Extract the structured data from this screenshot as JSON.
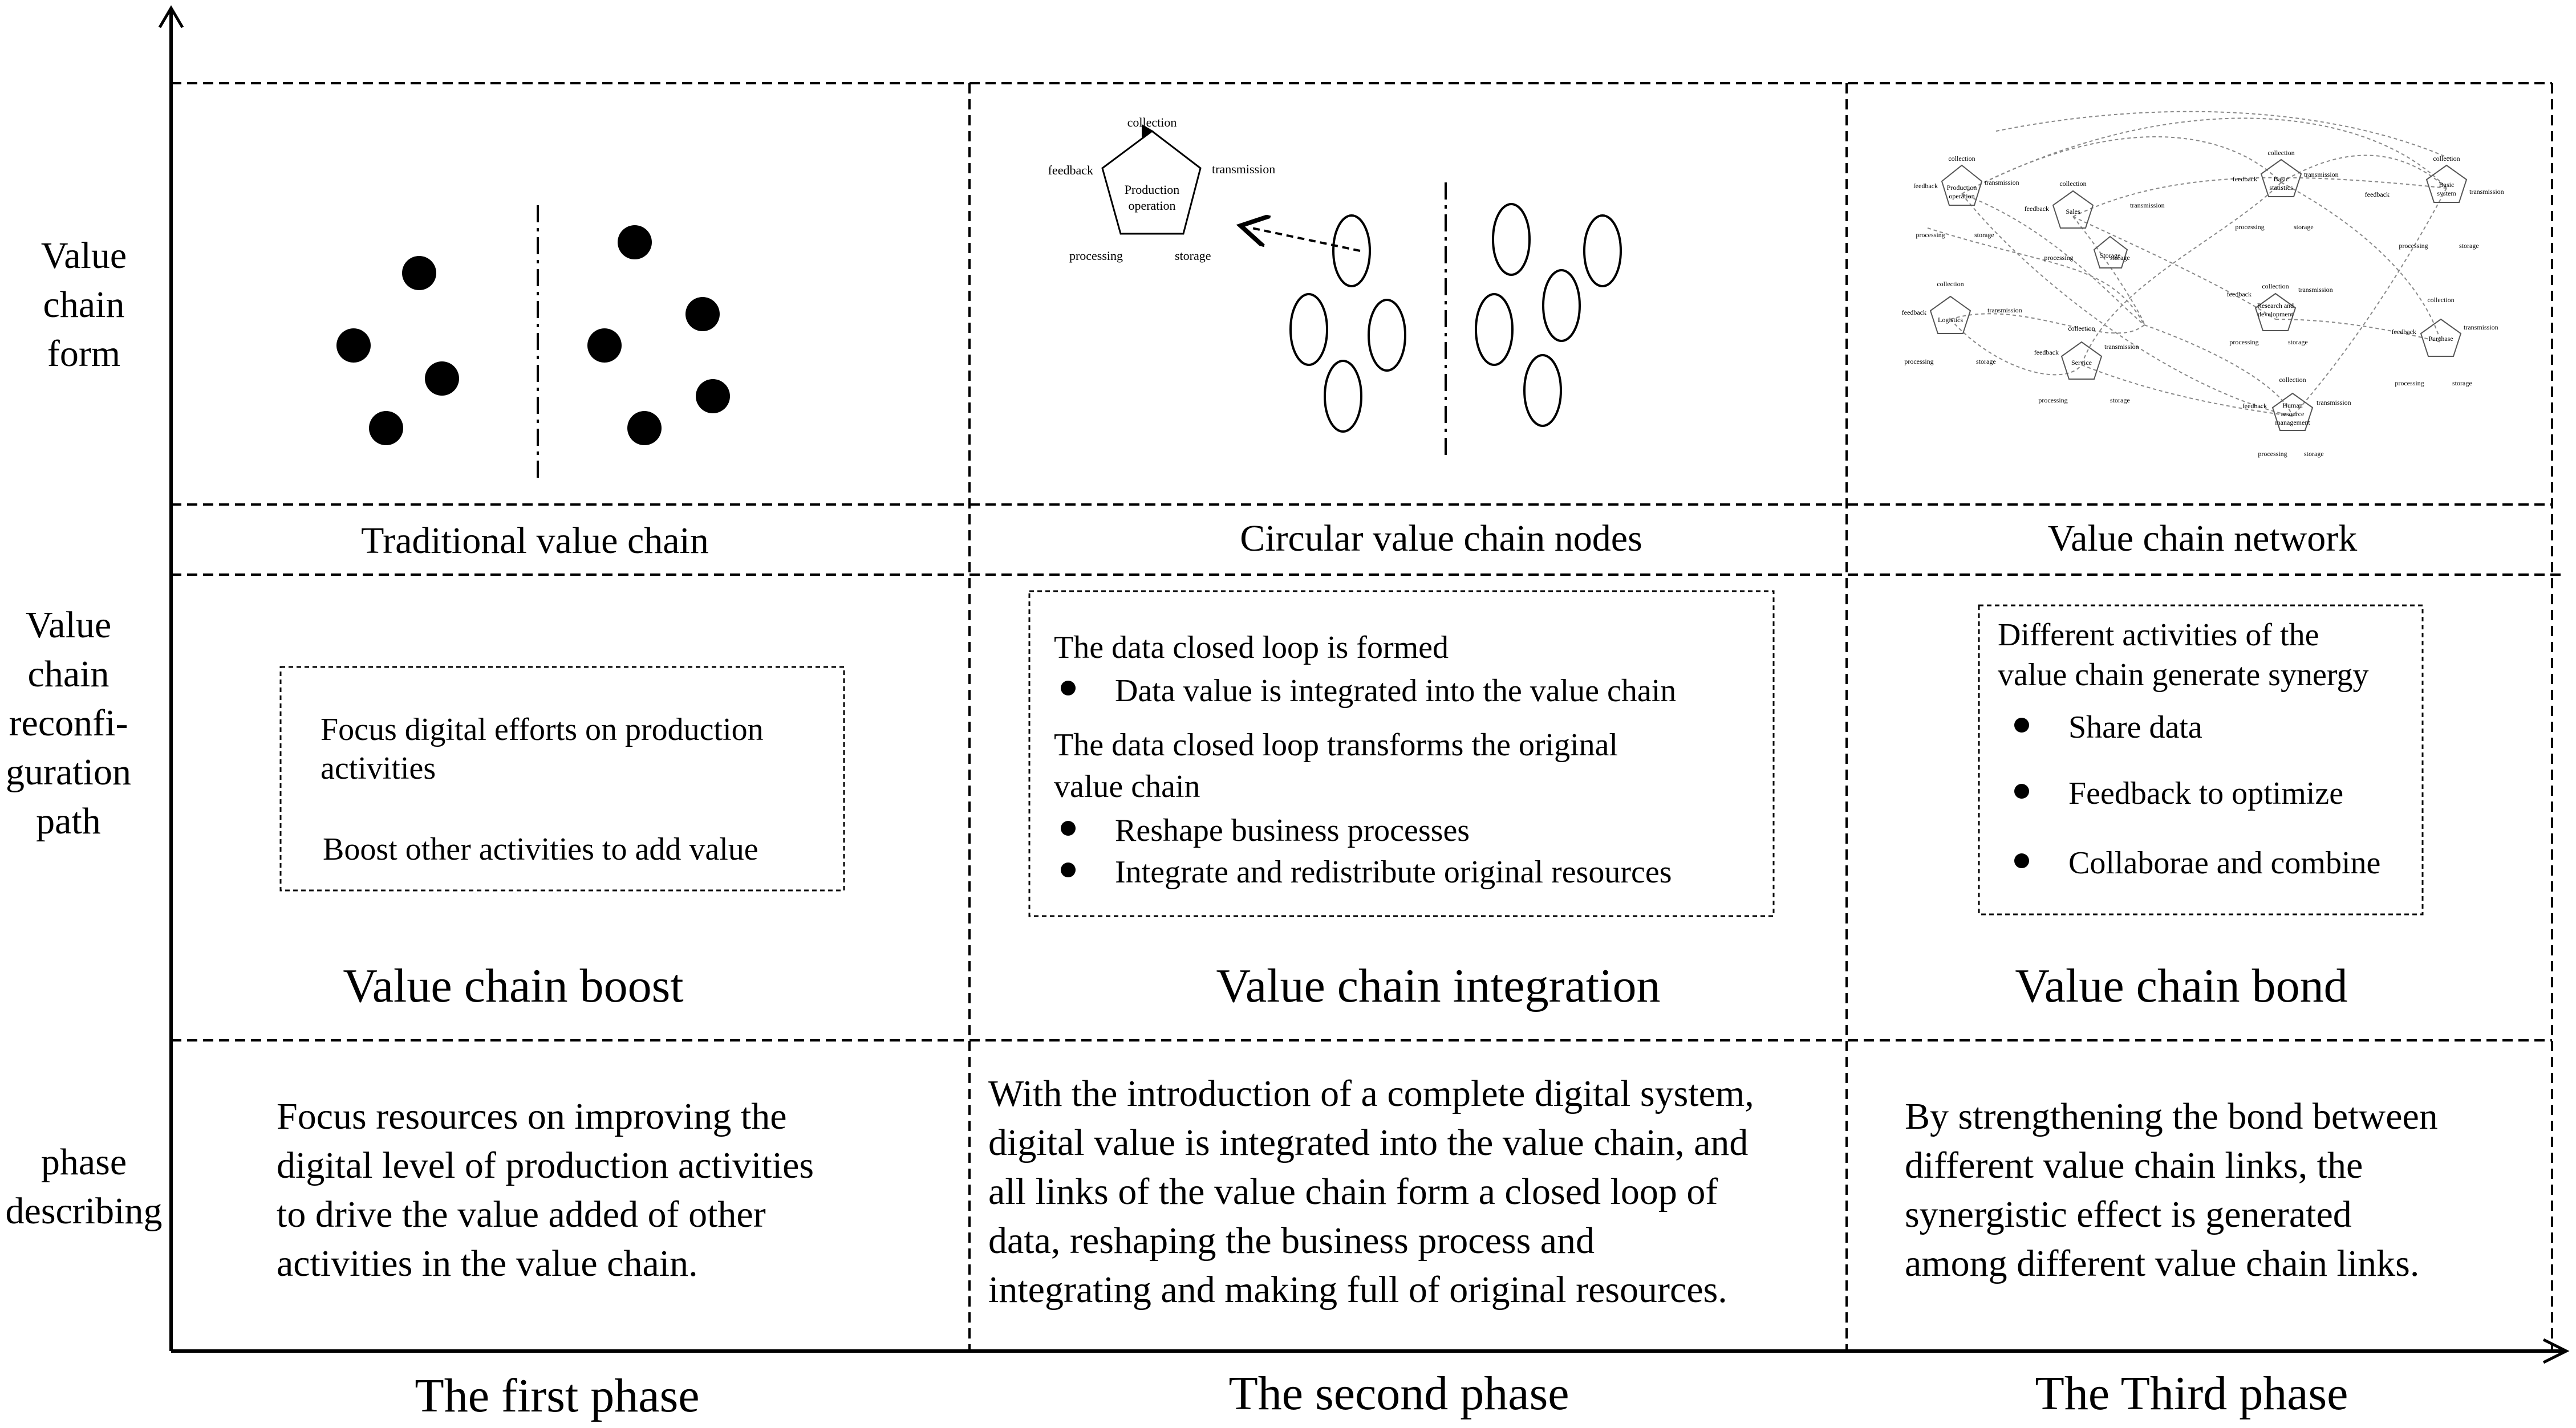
{
  "rows": {
    "form": [
      "Value",
      "chain",
      "form"
    ],
    "path": [
      "Value",
      "chain",
      "reconfi-",
      "guration",
      "path"
    ],
    "desc": [
      "phase",
      "describing"
    ]
  },
  "phases": [
    "The first phase",
    "The second phase",
    "The Third phase"
  ],
  "form_captions": [
    "Traditional value chain",
    "Circular value chain nodes",
    "Value chain network"
  ],
  "path_titles": [
    "Value chain boost",
    "Value chain integration",
    "Value chain bond"
  ],
  "box1": {
    "lines": [
      "Focus digital efforts on production",
      "activities",
      "Boost other activities to add value"
    ]
  },
  "box2": {
    "head1": "The data closed loop is formed",
    "bullet1": "Data value is integrated into the value chain",
    "head2": [
      "The data closed loop transforms the original",
      "value chain"
    ],
    "bullets2": [
      "Reshape business processes",
      "Integrate and redistribute original resources"
    ]
  },
  "box3": {
    "head": [
      "Different activities of the",
      "value chain generate synergy"
    ],
    "bullets": [
      "Share data",
      "Feedback to optimize",
      "Collaborae and combine"
    ]
  },
  "descriptions": [
    [
      "Focus resources on improving the",
      "digital level of production activities",
      "to drive the value added of other",
      "activities in the value chain."
    ],
    [
      "With the introduction of a complete digital system,",
      "digital value is integrated into the value chain, and",
      "all links of the value chain form a closed loop of",
      "data, reshaping the business process and",
      "integrating and making full of original resources."
    ],
    [
      "By strengthening the bond between",
      "different value chain links, the",
      "synergistic effect is generated",
      "among different value chain links."
    ]
  ],
  "loop_diagram": {
    "center": [
      "Production",
      "operation"
    ],
    "nodes": [
      "collection",
      "transmission",
      "storage",
      "processing",
      "feedback"
    ]
  },
  "network_nodes": [
    [
      "Production",
      "operation"
    ],
    [
      "Sales"
    ],
    [
      "Basic",
      "statistics"
    ],
    [
      "Basic",
      "system"
    ],
    [
      "Research and",
      "development"
    ],
    [
      "Logistics"
    ],
    [
      "Service"
    ],
    [
      "Purchase"
    ],
    [
      "Human",
      "resource",
      "management"
    ],
    [
      "Storage"
    ]
  ]
}
